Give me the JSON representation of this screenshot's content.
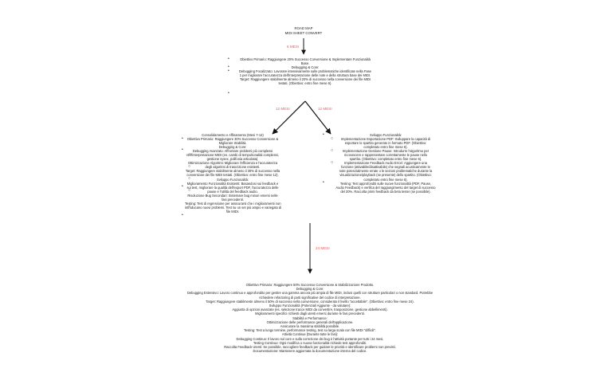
{
  "title_lines": [
    "ROAD MAP",
    "MIDI SHEET CONVERT"
  ],
  "edge_labels": {
    "first": "6 MESI",
    "left": "12 MESI",
    "right": "12 MESI",
    "bottom": "24 MESI"
  },
  "top_block": [
    "Obiettivo Primario: Raggiungere 20% Successo Conversione & Implementare Funzionalità",
    "Base.",
    "Debugging & Core:",
    "Debugging Focalizzato: Lavorare intensivamente sulle problematiche identificate nella Fase",
    "1 per migliorare l'accuratezza dell'interpretazione delle note e della struttura base dei MIDI.",
    "Target: Raggiungere stabilmente almeno il 20% di successo nella conversione dei file MIDI",
    "testati. (Obiettivo: entro fine mese 6)."
  ],
  "left_block": [
    "Consolidamento e Affinamento (Mesi 7-12)",
    "Obiettivo Primario: Raggiungere 30% Successo Conversione &",
    "Migliorare Stabilità.",
    "Debugging & Core:",
    "Debugging Avanzato: Affrontare problemi più complessi",
    "nell'interpretazione MIDI (es. cambi di tempo/tonalità complessi,",
    "gestione sysex, polifonia articolata).",
    "Ottimizzazione Algoritmi: Migliorare l'efficienza e l'accuratezza",
    "degli algoritmi di trascrizione esistenti.",
    "Target: Raggiungere stabilmente almeno il 30% di successo nella",
    "conversione dei file MIDI testati. (Obiettivo: entro fine mese 12).",
    "Sviluppo Funzionalità:",
    "Miglioramento Funzionalità Esistenti: Basandosi sui feedback e",
    "sui test, migliorare la qualità dell'export PDF, l'accuratezza delle",
    "pause e l'utilità del feedback audio.",
    "Risoluzione Bug Secondari: Sistemare bug minori emersi nelle",
    "fasi precedenti.",
    "Testing: Test di regressione per assicurarsi che i miglioramenti non",
    "introducano nuovi problemi. Test su un set più ampio e variegato di",
    "file MIDI."
  ],
  "right_block": [
    "Sviluppo Funzionalità:",
    "Implementazione Esportazione PDF: Sviluppare la capacità di",
    "esportare lo spartito generato in formato PDF. (Obiettivo:",
    "completato entro fine mese 6).",
    "Implementazione Gestione Pause: Introdurre l'algoritmo per",
    "riconoscere e rappresentare correttamente le pause nello",
    "spartito. (Obiettivo: completato entro fine mese 6).",
    "Implementazione Feedback Audio Errori: Aggiungere una",
    "funzione (attivabile/disattivabile) che segnali acusticamente le",
    "note potenzialmente errate o le sezioni problematiche durante la",
    "visualizzazione/playback (se presente) dello spartito. (Obiettivo:",
    "completato entro fine mese 6).",
    "Testing: Test approfonditi sulle nuove funzionalità (PDF, Pause,",
    "Audio Feedback) e verifica del raggiungimento del target di successo",
    "del 20%. Raccolta primi feedback da beta tester (se possibile)."
  ],
  "bottom_block": [
    "Obiettivo Primario: Raggiungere 50% Successo Conversione & Stabilizzazione Prodotto.",
    "Debugging & Core:",
    "Debugging Estensivo: Lavoro continuo e approfondito per gestire una gamma ancora più ampia di file MIDI, inclusi quelli con strutture particolari o non standard. Potrebbe",
    "richiedere refactoring di parti significative del codice di interpretazione.",
    "Target: Raggiungere stabilmente almeno il 50% di successo nella conversione, considerato il livello \"accettabile\". (Obiettivo: entro fine mese 24).",
    "Sviluppo Funzionalità (Potenziali Aggiunte - da valutare):",
    "Aggiunta di opzioni avanzate (es. selezione tracce MIDI da convertire, trasposizione, gestione abbellimenti).",
    "Miglioramenti specifici richiesti dagli utenti emersi durante le fasi precedenti.",
    "Stabilità e Performance:",
    "Ottimizzazione delle performance generali dell'applicazione.",
    "Assicurare la massima stabilità possibile.",
    "Testing: Test a lungo termine, performance testing, test su larga scala con file MIDI \"difficili\".",
    "Attività Continue (Durante tutte le fasi):",
    "Debugging Continuo: Il lavoro sul core e sulla correzione dei bug è l'attività portante per tutti i 24 mesi.",
    "Testing Continuo: Ogni modifica o nuova funzionalità richiede test approfonditi.",
    "Raccolta Feedback Utenti: Se possibile, raccogliere feedback per guidare le priorità e identificare problemi non previsti.",
    "Documentazione: Mantenere aggiornata la documentazione interna del codice."
  ]
}
